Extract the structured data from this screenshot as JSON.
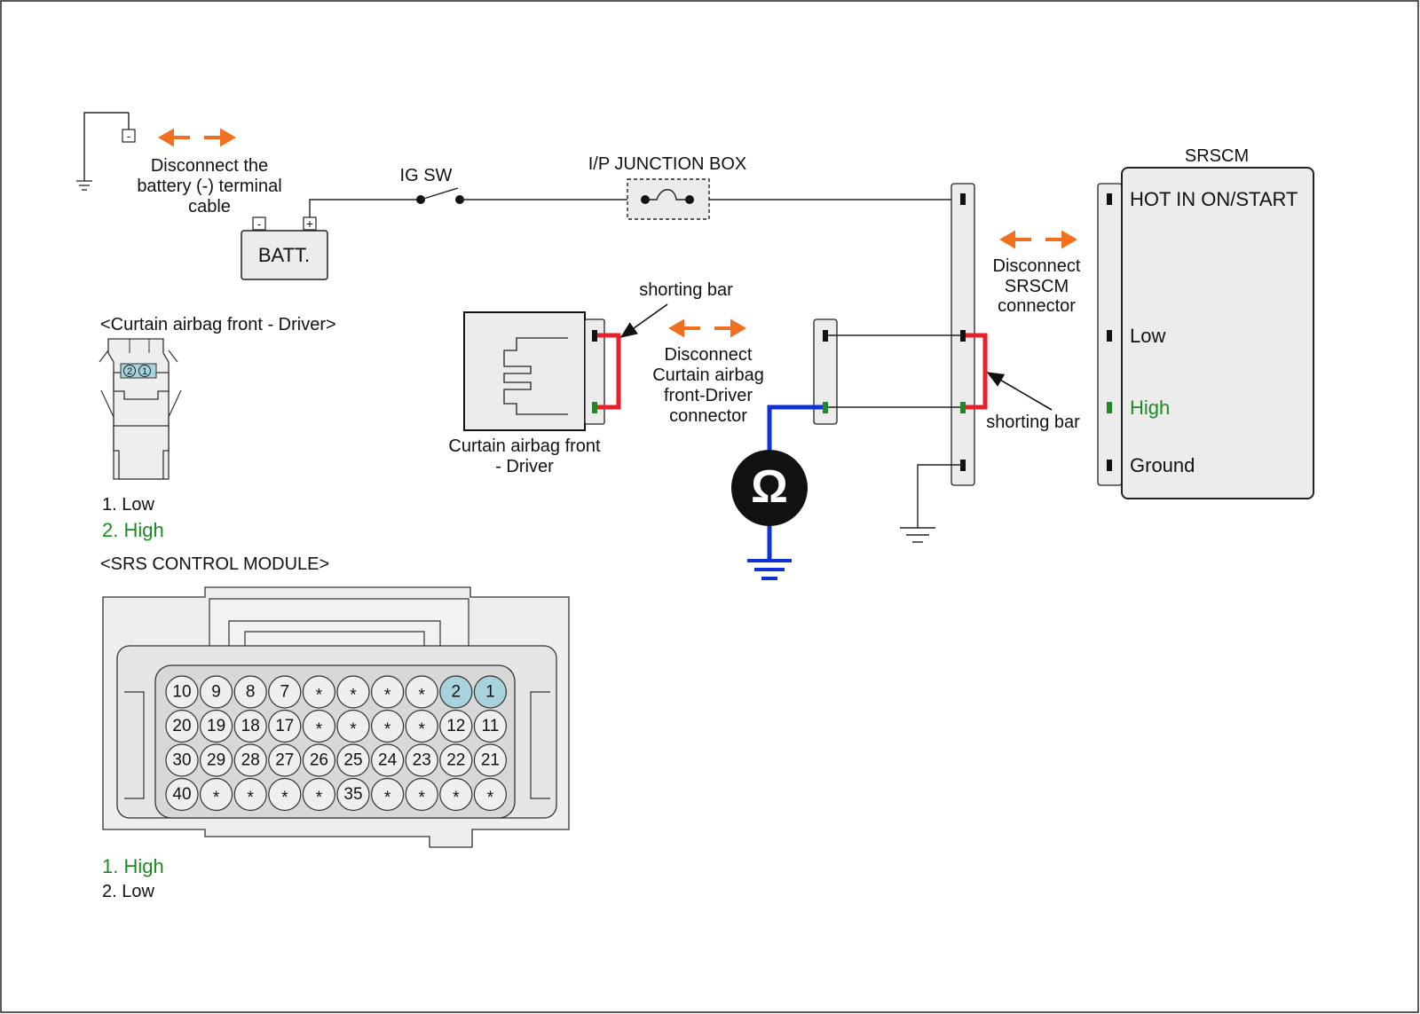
{
  "battery_note": {
    "line1": "Disconnect the",
    "line2": "battery (-) terminal",
    "line3": "cable",
    "neg_term": "-"
  },
  "battery": {
    "label": "BATT.",
    "neg": "-",
    "pos": "+"
  },
  "ig_switch": {
    "label": "IG SW"
  },
  "junction_box": {
    "label": "I/P JUNCTION BOX"
  },
  "srscm": {
    "title": "SRSCM",
    "pins": [
      "HOT IN ON/START",
      "Low",
      "High",
      "Ground"
    ]
  },
  "srscm_note": {
    "line1": "Disconnect",
    "line2": "SRSCM",
    "line3": "connector"
  },
  "airbag_note": {
    "line1": "Disconnect",
    "line2": "Curtain airbag",
    "line3": "front-Driver",
    "line4": "connector"
  },
  "shorting_bar_left": "shorting bar",
  "shorting_bar_right": "shorting bar",
  "airbag_component": {
    "line1": "Curtain airbag front",
    "line2": "- Driver"
  },
  "meter_symbol": "Ω",
  "curtain_connector": {
    "title": "<Curtain airbag front - Driver>",
    "pin_labels": [
      "2",
      "1"
    ],
    "legend": [
      "1. Low",
      "2. High"
    ]
  },
  "srs_module": {
    "title": "<SRS CONTROL MODULE>",
    "rows": [
      [
        "10",
        "9",
        "8",
        "7",
        "*",
        "*",
        "*",
        "*",
        "2",
        "1"
      ],
      [
        "20",
        "19",
        "18",
        "17",
        "*",
        "*",
        "*",
        "*",
        "12",
        "11"
      ],
      [
        "30",
        "29",
        "28",
        "27",
        "26",
        "25",
        "24",
        "23",
        "22",
        "21"
      ],
      [
        "40",
        "*",
        "*",
        "*",
        "*",
        "35",
        "*",
        "*",
        "*",
        "*"
      ]
    ],
    "highlighted": [
      "1",
      "2"
    ],
    "legend": [
      "1. High",
      "2. Low"
    ]
  },
  "colors": {
    "arrow": "#f07020",
    "short_bar": "#e8202a",
    "test_wire": "#1030d8",
    "high_green": "#1e8a22",
    "pin_highlight": "#a8d2dc",
    "pin_fill": "#efefef"
  }
}
